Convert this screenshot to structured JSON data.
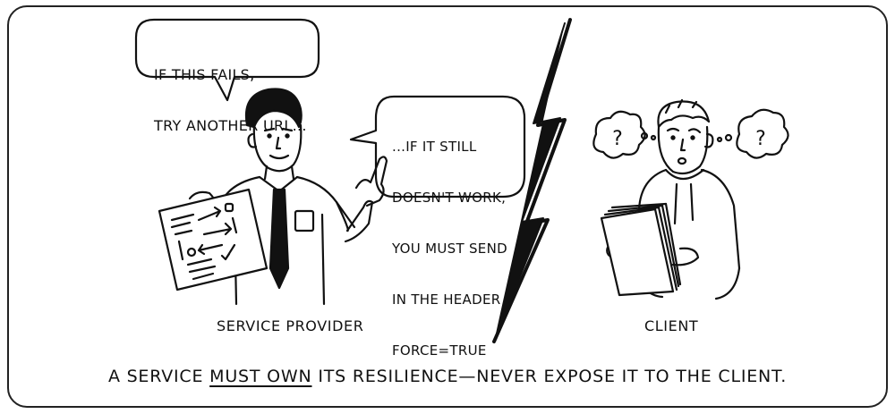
{
  "speech": {
    "provider_line1": "IF THIS FAILS,",
    "provider_line2": "TRY ANOTHER URL...",
    "provider2_line1": "...IF IT STILL",
    "provider2_line2": "DOESN'T WORK,",
    "provider2_line3": "YOU MUST SEND",
    "provider2_line4": "IN THE HEADER",
    "provider2_line5": "FORCE=TRUE",
    "client_thought_left": "?",
    "client_thought_right": "?"
  },
  "labels": {
    "service_provider": "SERVICE PROVIDER",
    "client": "CLIENT"
  },
  "caption": {
    "before": "A SERVICE ",
    "emphasis": "MUST OWN",
    "after": " ITS RESILIENCE—NEVER EXPOSE IT TO THE CLIENT."
  }
}
